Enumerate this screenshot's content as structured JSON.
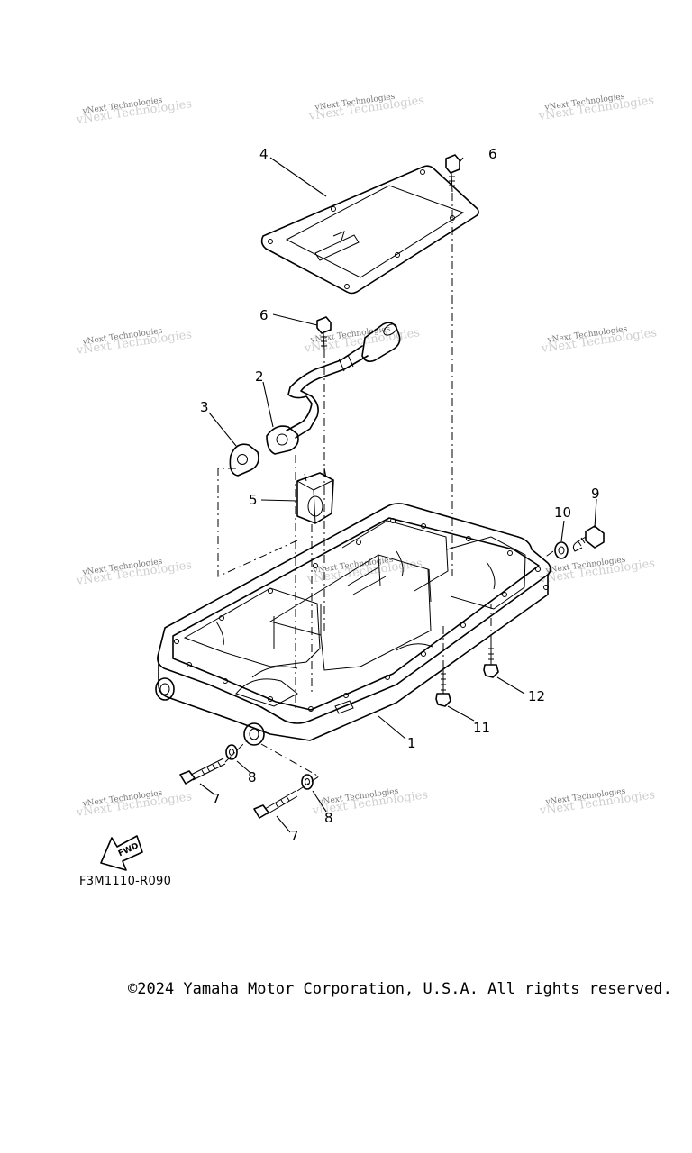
{
  "callouts": {
    "c1": "1",
    "c2": "2",
    "c3": "3",
    "c4": "4",
    "c5": "5",
    "c6a": "6",
    "c6b": "6",
    "c7a": "7",
    "c7b": "7",
    "c8a": "8",
    "c8b": "8",
    "c9": "9",
    "c10": "10",
    "c11": "11",
    "c12": "12"
  },
  "fwd_label": "FWD",
  "watermark": "vNext Technologies",
  "reference_code": "F3M1110-R090",
  "copyright": "©2024 Yamaha Motor Corporation, U.S.A. All rights reserved."
}
